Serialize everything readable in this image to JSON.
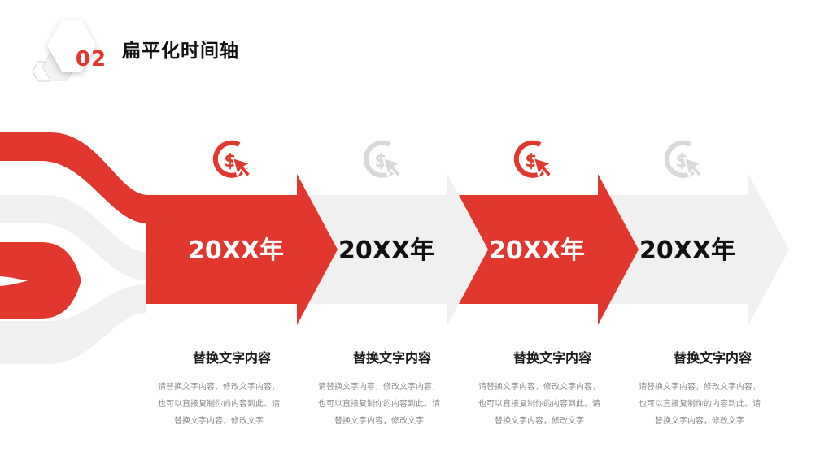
{
  "header": {
    "section_number": "02",
    "title": "扁平化时间轴"
  },
  "colors": {
    "accent": "#e2372e",
    "inactive": "#f0f0f0",
    "inactive_icon": "#d9d9d9"
  },
  "steps": [
    {
      "year": "20XX年",
      "active": true,
      "icon": "dollar-click-icon",
      "title": "替换文字内容",
      "desc_lines": [
        "请替换文字内容，修改文字内容，",
        "也可以直接复制你的内容到此。请",
        "替换文字内容，修改文字"
      ]
    },
    {
      "year": "20XX年",
      "active": false,
      "icon": "dollar-click-icon",
      "title": "替换文字内容",
      "desc_lines": [
        "请替换文字内容，修改文字内容，",
        "也可以直接复制你的内容到此。请",
        "替换文字内容，修改文字"
      ]
    },
    {
      "year": "20XX年",
      "active": true,
      "icon": "dollar-click-icon",
      "title": "替换文字内容",
      "desc_lines": [
        "请替换文字内容，修改文字内容，",
        "也可以直接复制你的内容到此。请",
        "替换文字内容，修改文字"
      ]
    },
    {
      "year": "20XX年",
      "active": false,
      "icon": "dollar-click-icon",
      "title": "替换文字内容",
      "desc_lines": [
        "请替换文字内容，修改文字内容，",
        "也可以直接复制你的内容到此。请",
        "替换文字内容，修改文字"
      ]
    }
  ]
}
